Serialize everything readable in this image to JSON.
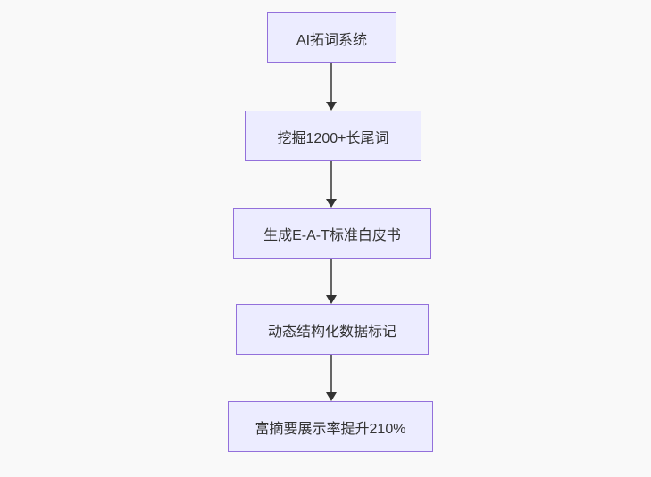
{
  "flowchart": {
    "type": "flowchart",
    "direction": "top-down",
    "colors": {
      "page-bg": "#f9f9f9",
      "node-fill": "#ECECFF",
      "node-border": "#9370DB",
      "text-color": "#333333",
      "line-color": "#666666",
      "head-color": "#333333"
    },
    "nodes": [
      {
        "label": "AI拓词系统"
      },
      {
        "label": "挖掘1200+长尾词"
      },
      {
        "label": "生成E-A-T标准白皮书"
      },
      {
        "label": "动态结构化数据标记"
      },
      {
        "label": "富摘要展示率提升210%"
      }
    ],
    "edges": [
      {
        "from": 0,
        "to": 1
      },
      {
        "from": 1,
        "to": 2
      },
      {
        "from": 2,
        "to": 3
      },
      {
        "from": 3,
        "to": 4
      }
    ]
  }
}
